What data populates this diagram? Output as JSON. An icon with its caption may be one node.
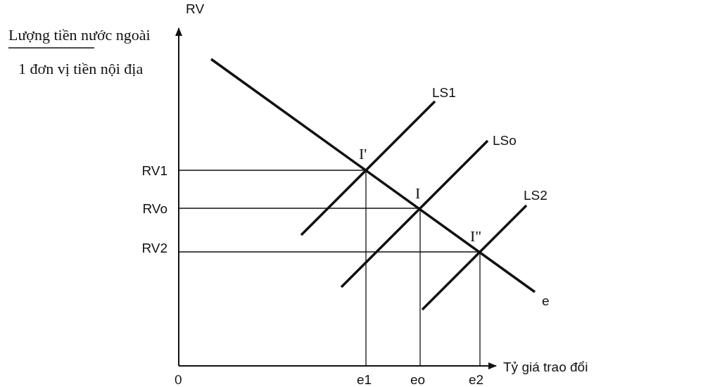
{
  "diagram": {
    "labels": [
      "Lượng tiền nước ngoài",
      "1 đơn vị tiền nội địa",
      "RV",
      "LS1",
      "I'",
      "LSo",
      "RV1",
      "I",
      "LS2",
      "RVo",
      "I\"",
      "RV2",
      "e",
      "Tỷ giá trao đổi",
      "0",
      "e1",
      "eo",
      "e2"
    ]
  }
}
